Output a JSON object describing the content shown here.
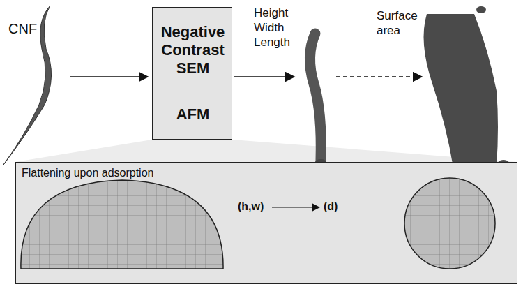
{
  "diagram": {
    "nodes": [
      {
        "text": [
          "Negative Contrast SEM",
          "AFM"
        ]
      },
      {
        "text": [
          "Flattening upon adsorption",
          "(h,w)",
          "(d)"
        ]
      }
    ],
    "labels": [
      "CNF",
      "Height Width Length",
      "Surface area"
    ]
  }
}
